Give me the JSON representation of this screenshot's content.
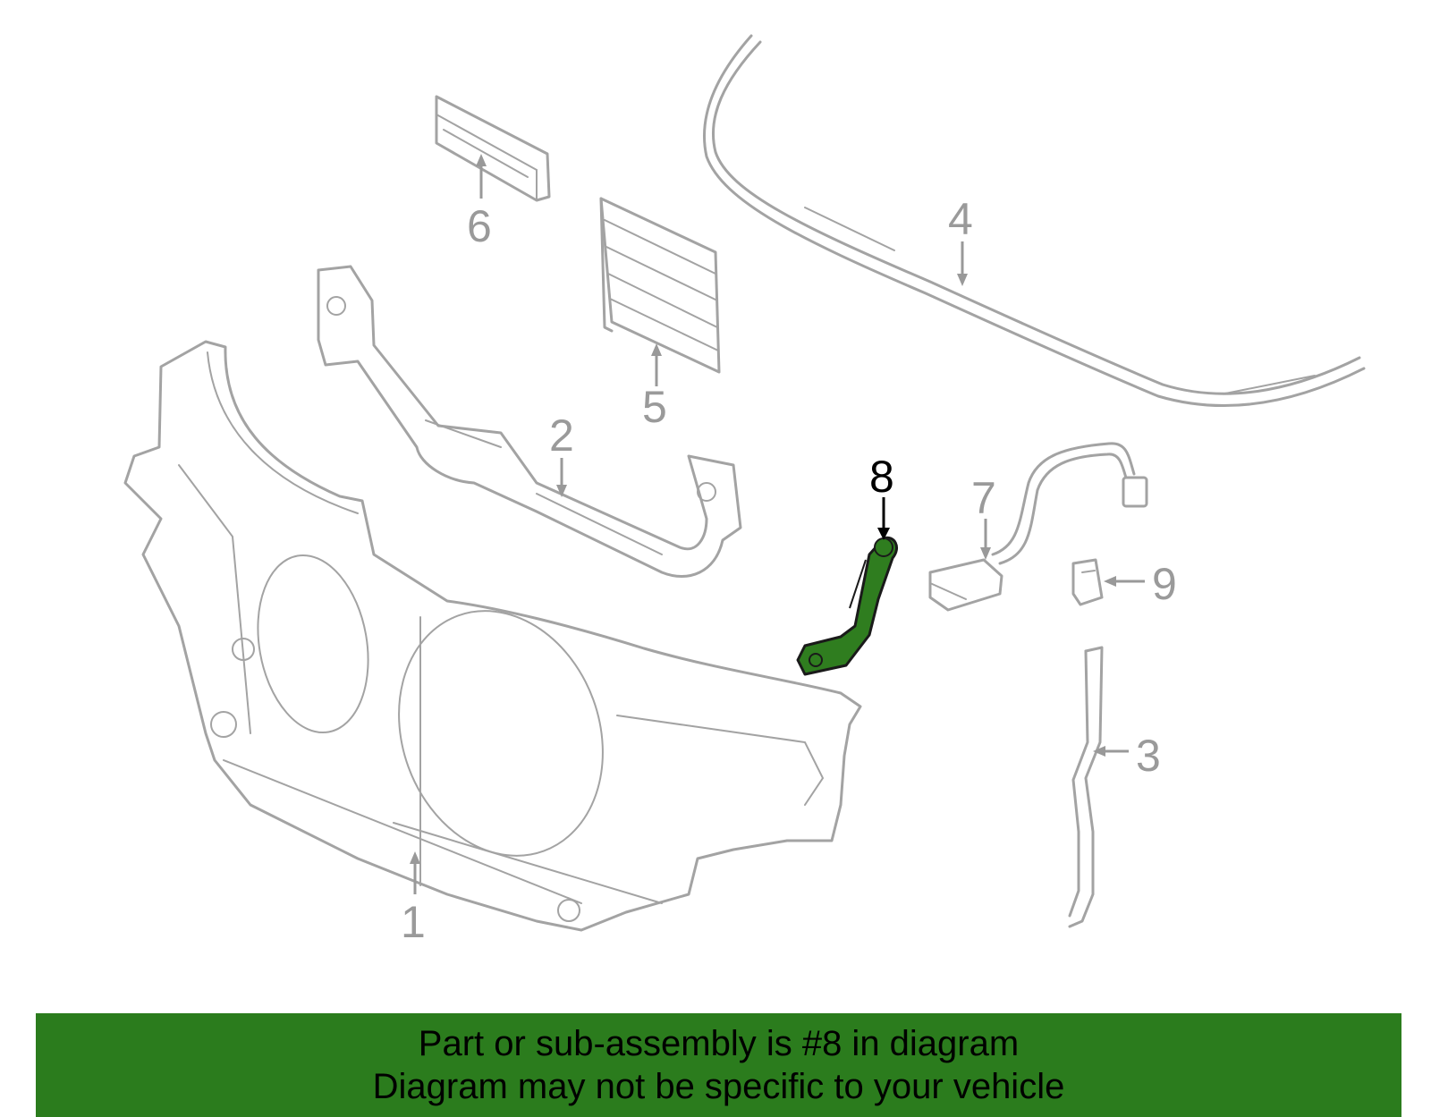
{
  "diagram": {
    "callouts": [
      {
        "id": "1",
        "label": "1"
      },
      {
        "id": "2",
        "label": "2"
      },
      {
        "id": "3",
        "label": "3"
      },
      {
        "id": "4",
        "label": "4"
      },
      {
        "id": "5",
        "label": "5"
      },
      {
        "id": "6",
        "label": "6"
      },
      {
        "id": "7",
        "label": "7"
      },
      {
        "id": "8",
        "label": "8"
      },
      {
        "id": "9",
        "label": "9"
      }
    ],
    "highlighted_part": "8",
    "colors": {
      "outline": "#a3a3a3",
      "highlight": "#2f7d1f",
      "banner": "#2b7c1d"
    }
  },
  "banner": {
    "line1": "Part or sub-assembly is #8 in diagram",
    "line2": "Diagram may not be specific to your vehicle"
  }
}
